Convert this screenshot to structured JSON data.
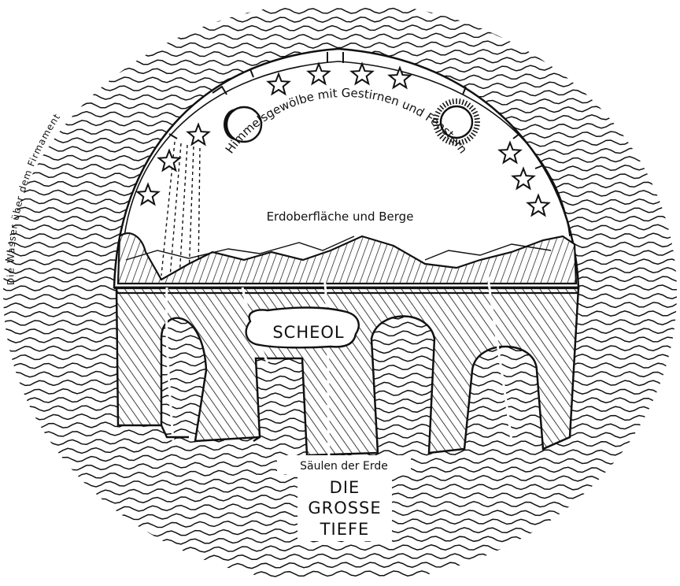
{
  "labels": {
    "waters_above": "Die Wasser über dem Firmament",
    "firmament": "Himmelsgewölbe mit Gestirnen und Fenstern",
    "earth_surface": "Erdoberfläche und Berge",
    "sheol": "SCHEOL",
    "pillars": "Säulen der Erde",
    "deep_line1": "DIE",
    "deep_line2": "GROSSE",
    "deep_line3": "TIEFE"
  },
  "colors": {
    "ink": "#111111",
    "paper": "#ffffff"
  }
}
